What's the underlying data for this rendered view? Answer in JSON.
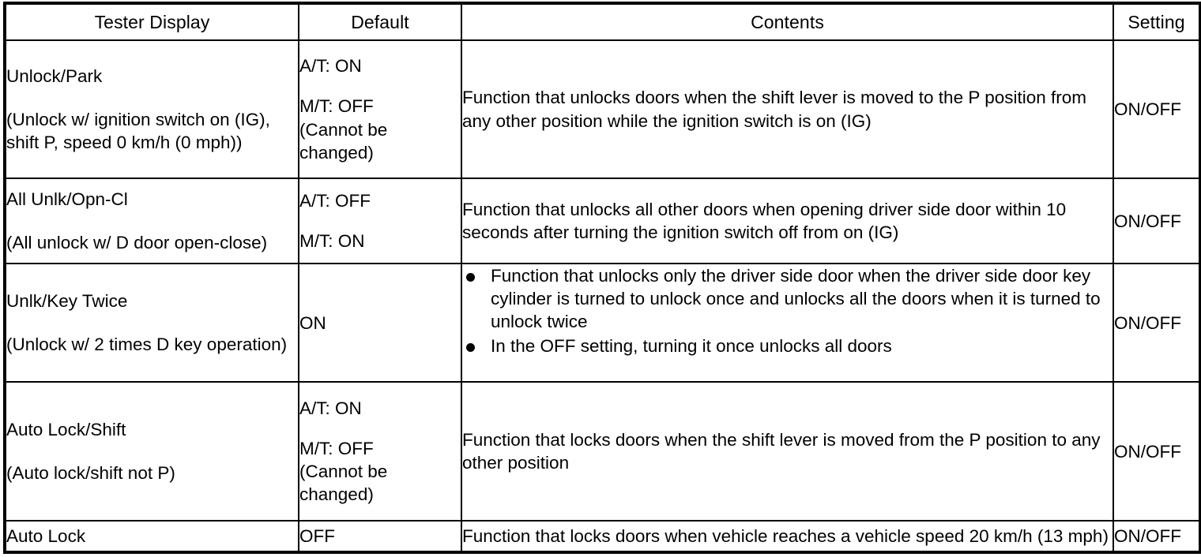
{
  "table": {
    "headers": [
      {
        "key": "tester_display",
        "label": "Tester Display"
      },
      {
        "key": "default",
        "label": "Default"
      },
      {
        "key": "contents",
        "label": "Contents"
      },
      {
        "key": "setting",
        "label": "Setting"
      }
    ],
    "rows": [
      {
        "tester_display": "Unlock/Park",
        "tester_display_note": "(Unlock w/ ignition switch on (IG), shift P, speed 0 km/h (0 mph))",
        "default_lines": [
          "A/T: ON",
          "M/T: OFF",
          "(Cannot be changed)"
        ],
        "default_at": "A/T: ON",
        "default_mt": "M/T: OFF",
        "default_note": "(Cannot be changed)",
        "contents": "Function that unlocks doors when the shift lever is moved to the P position from any other position while the ignition switch is on (IG)",
        "setting": "ON/OFF"
      },
      {
        "tester_display": "All Unlk/Opn-Cl",
        "tester_display_note": "(All unlock w/ D door open-close)",
        "default_at": "A/T: OFF",
        "default_mt": "M/T: ON",
        "default_note": "",
        "contents": "Function that unlocks all other doors when opening driver side door within 10 seconds after turning the ignition switch off from on (IG)",
        "setting": "ON/OFF"
      },
      {
        "tester_display": "Unlk/Key Twice",
        "tester_display_note": "(Unlock w/ 2 times D key operation)",
        "default_single": "ON",
        "contents_bullets": [
          "Function that unlocks only the driver side door when the driver side door key cylinder is turned to unlock once and unlocks all the doors when it is turned to unlock twice",
          "In the OFF setting, turning it once unlocks all doors"
        ],
        "setting": "ON/OFF"
      },
      {
        "tester_display": "Auto Lock/Shift",
        "tester_display_note": "(Auto lock/shift not P)",
        "default_at": "A/T: ON",
        "default_mt": "M/T: OFF",
        "default_note": "(Cannot be changed)",
        "contents": "Function that locks doors when the shift lever is moved from the P position to any other position",
        "setting": "ON/OFF"
      },
      {
        "tester_display": "Auto Lock",
        "tester_display_note": "",
        "default_single": "OFF",
        "contents": "Function that locks doors when vehicle reaches a vehicle speed 20 km/h (13 mph)",
        "setting": "ON/OFF"
      }
    ]
  },
  "colors": {
    "border": "#000000",
    "text": "#000000",
    "background": "#ffffff"
  }
}
